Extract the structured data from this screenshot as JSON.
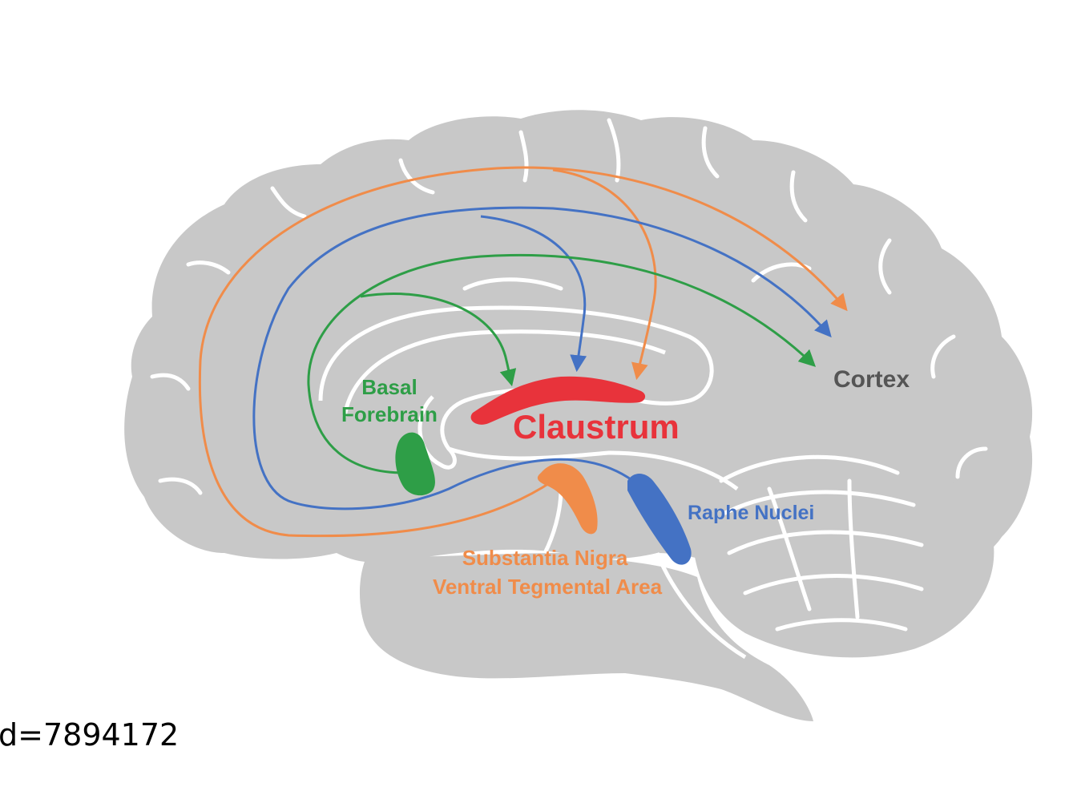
{
  "labels": {
    "basal_line1": "Basal",
    "basal_line2": "Forebrain",
    "claustrum": "Claustrum",
    "cortex": "Cortex",
    "raphe": "Raphe Nuclei",
    "sn_line1": "Substantia Nigra",
    "sn_line2": "Ventral Tegmental Area",
    "id_text": "d=7894172"
  },
  "colors": {
    "brain": "#c8c8c8",
    "cleft": "#ffffff",
    "claustrum": "#e8333b",
    "basal_forebrain": "#2e9e47",
    "substantia_nigra": "#f08c4a",
    "raphe": "#4472c4",
    "text_cortex": "#555555"
  }
}
